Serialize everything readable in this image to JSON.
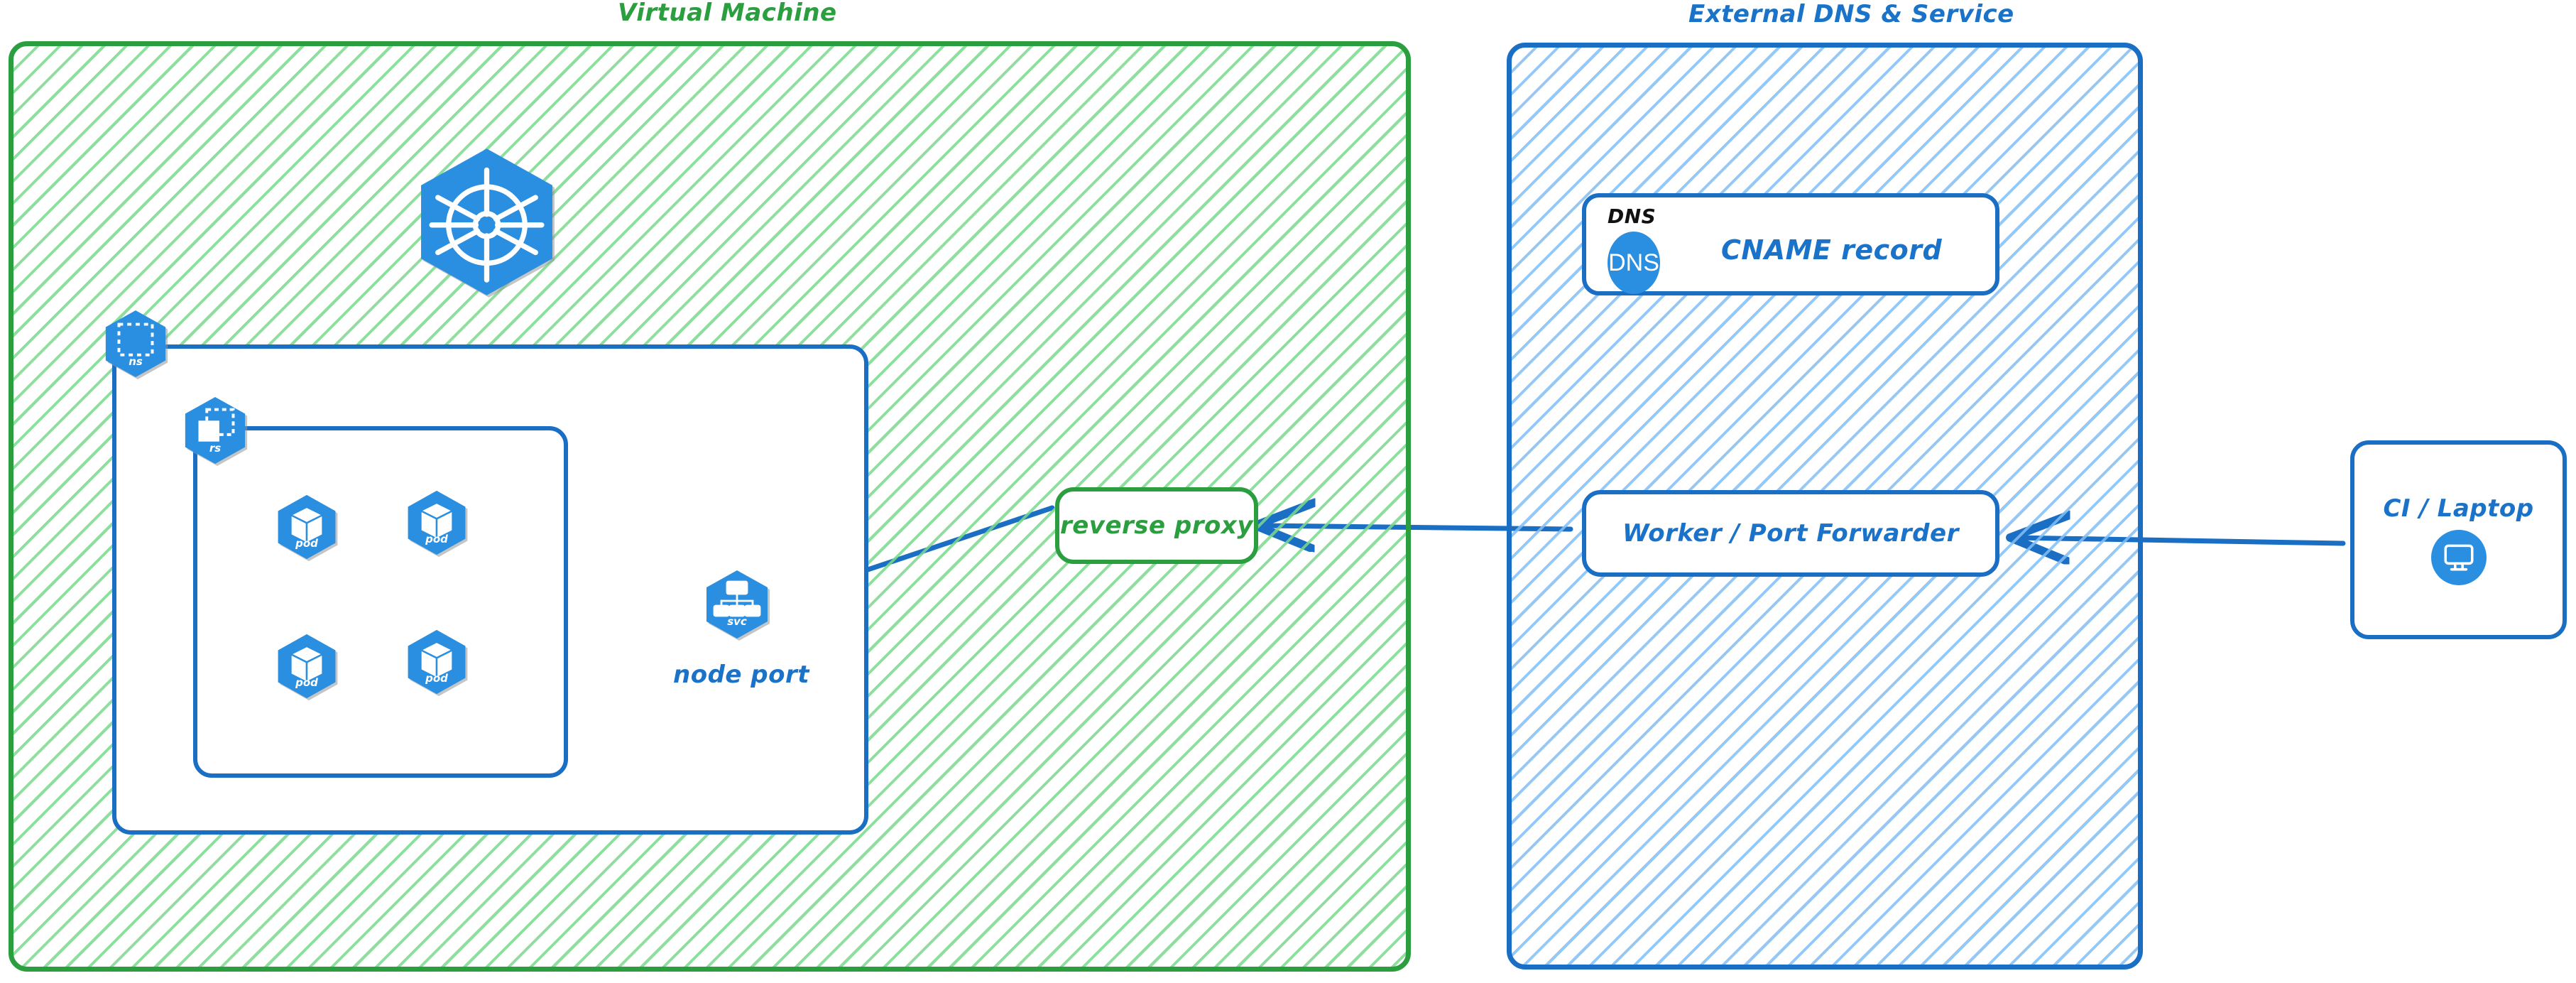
{
  "diagram": {
    "title": "Kubernetes NodePort exposure via reverse proxy and external DNS",
    "style": "hand-drawn / excalidraw",
    "colors": {
      "green_stroke": "#2b9e3f",
      "green_fill": "#7ad88c",
      "blue_stroke": "#1a6fc4",
      "blue_fill": "#82bff5",
      "k8s_blue": "#2a8fe0",
      "arrow": "#1a6fc4",
      "text_black": "#111111"
    }
  },
  "groups": [
    {
      "id": "vm",
      "title": "Virtual Machine",
      "color": "green"
    },
    {
      "id": "ext",
      "title": "External DNS & Service",
      "color": "blue"
    }
  ],
  "vm": {
    "title": "Virtual Machine",
    "kubernetes_logo": {
      "icon": "kubernetes-logo-icon"
    },
    "namespace": {
      "icon": "k8s-namespace-icon",
      "badge": "ns"
    },
    "replicaset": {
      "icon": "k8s-replicaset-icon",
      "badge": "rs"
    },
    "pods": [
      {
        "badge": "pod",
        "icon": "k8s-pod-icon"
      },
      {
        "badge": "pod",
        "icon": "k8s-pod-icon"
      },
      {
        "badge": "pod",
        "icon": "k8s-pod-icon"
      },
      {
        "badge": "pod",
        "icon": "k8s-pod-icon"
      }
    ],
    "service": {
      "badge": "svc",
      "icon": "k8s-service-icon",
      "label": "node port"
    },
    "reverse_proxy": {
      "label": "reverse proxy"
    }
  },
  "external": {
    "title": "External DNS & Service",
    "dns_card": {
      "tag": "DNS",
      "badge": "DNS",
      "text": "CNAME record"
    },
    "worker": {
      "label": "Worker / Port Forwarder"
    }
  },
  "client": {
    "label": "CI / Laptop",
    "icon": "desktop-monitor-icon"
  },
  "connections": [
    {
      "from": "CI / Laptop",
      "to": "Worker / Port Forwarder"
    },
    {
      "from": "Worker / Port Forwarder",
      "to": "reverse proxy"
    },
    {
      "from": "reverse proxy",
      "to": "node port"
    },
    {
      "from": "node port",
      "to": "pod 1"
    },
    {
      "from": "node port",
      "to": "pod 2"
    },
    {
      "from": "node port",
      "to": "pod 3"
    },
    {
      "from": "node port",
      "to": "pod 4"
    }
  ]
}
